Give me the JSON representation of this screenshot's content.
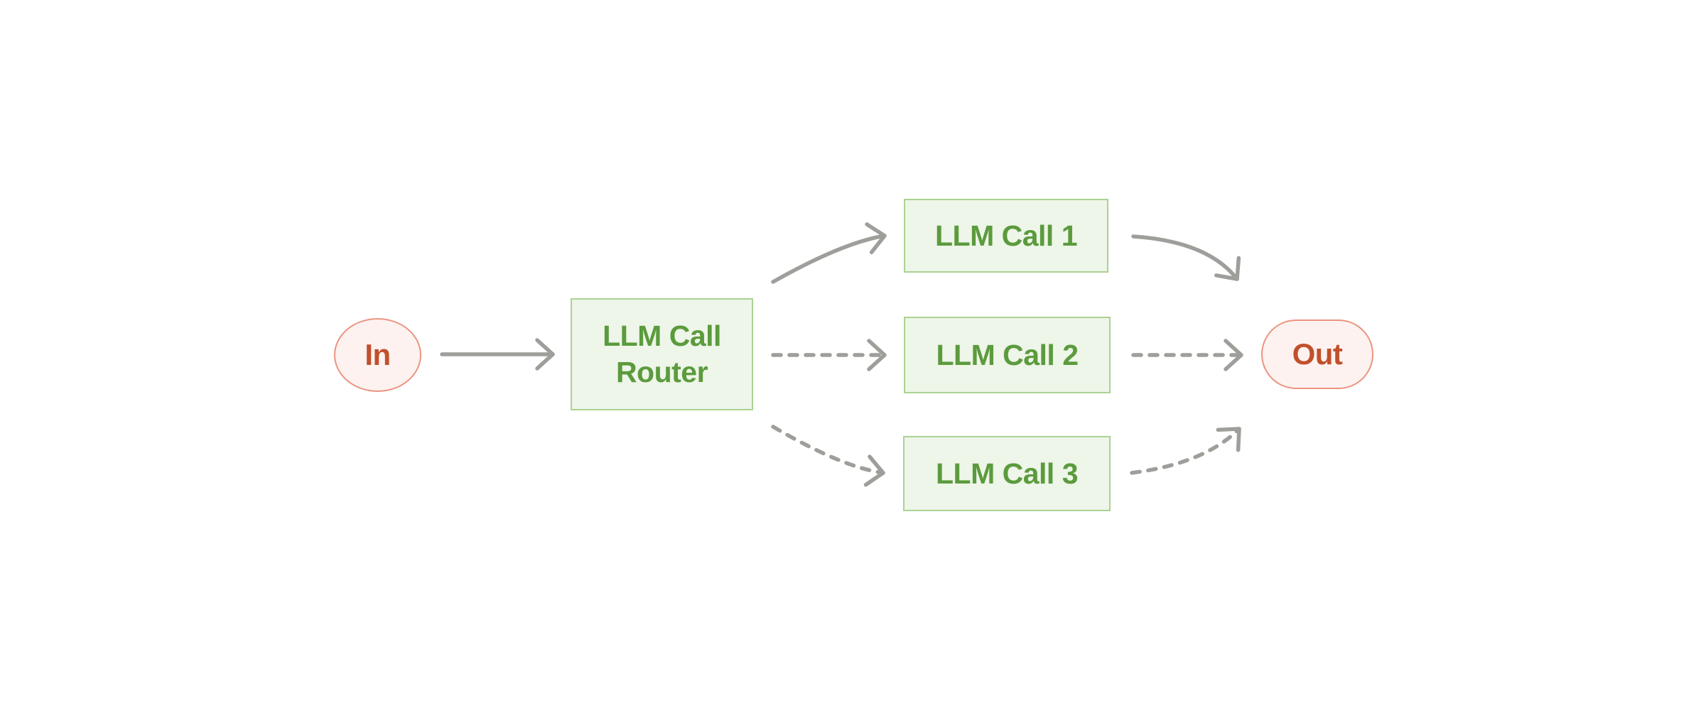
{
  "diagram": {
    "type": "flowchart",
    "nodes": {
      "in": {
        "label": "In",
        "shape": "ellipse",
        "role": "input-terminal"
      },
      "router": {
        "label": "LLM Call Router",
        "shape": "rectangle",
        "role": "process"
      },
      "call1": {
        "label": "LLM Call 1",
        "shape": "rectangle",
        "role": "process"
      },
      "call2": {
        "label": "LLM Call 2",
        "shape": "rectangle",
        "role": "process"
      },
      "call3": {
        "label": "LLM Call 3",
        "shape": "rectangle",
        "role": "process"
      },
      "out": {
        "label": "Out",
        "shape": "pill",
        "role": "output-terminal"
      }
    },
    "edges": [
      {
        "from": "in",
        "to": "router",
        "style": "solid"
      },
      {
        "from": "router",
        "to": "call1",
        "style": "solid"
      },
      {
        "from": "router",
        "to": "call2",
        "style": "dashed"
      },
      {
        "from": "router",
        "to": "call3",
        "style": "dashed"
      },
      {
        "from": "call1",
        "to": "out",
        "style": "solid"
      },
      {
        "from": "call2",
        "to": "out",
        "style": "dashed"
      },
      {
        "from": "call3",
        "to": "out",
        "style": "dashed"
      }
    ],
    "colors": {
      "background": "#ffffff",
      "terminal_fill": "#fdf2ef",
      "terminal_border": "#eb9480",
      "terminal_text": "#c1502c",
      "process_fill": "#eef5e9",
      "process_border": "#abd292",
      "process_text": "#5b9b3d",
      "arrow": "#9e9e9a"
    }
  }
}
